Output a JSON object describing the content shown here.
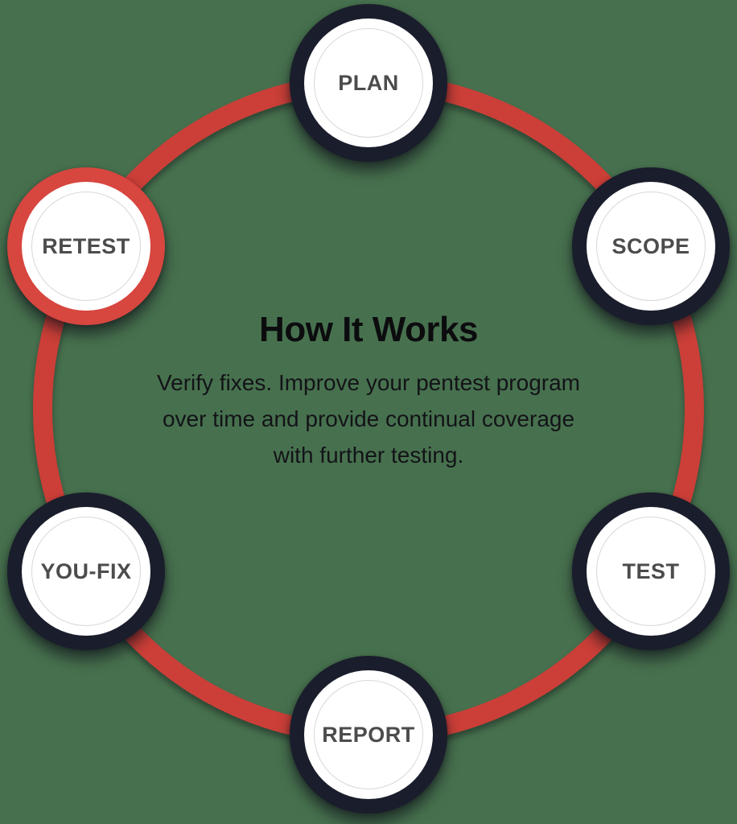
{
  "diagram": {
    "title": "How It Works",
    "description": "Verify fixes. Improve your pentest program over time and provide continual coverage with further testing.",
    "steps": [
      {
        "id": "plan",
        "label": "PLAN",
        "highlighted": false
      },
      {
        "id": "scope",
        "label": "SCOPE",
        "highlighted": false
      },
      {
        "id": "test",
        "label": "TEST",
        "highlighted": false
      },
      {
        "id": "report",
        "label": "REPORT",
        "highlighted": false
      },
      {
        "id": "you-fix",
        "label": "YOU-FIX",
        "highlighted": false
      },
      {
        "id": "retest",
        "label": "RETEST",
        "highlighted": true
      }
    ],
    "colors": {
      "background": "#47714E",
      "cycle_ring": "#CB3F38",
      "node_ring": "#1A1D2B",
      "highlight_ring": "#D7463F",
      "node_face": "#FFFFFF",
      "inner_circle_stroke": "#D8D8D8",
      "step_label": "#4C4C4C",
      "title_text": "#0C0C0F",
      "body_text": "#131318"
    }
  }
}
